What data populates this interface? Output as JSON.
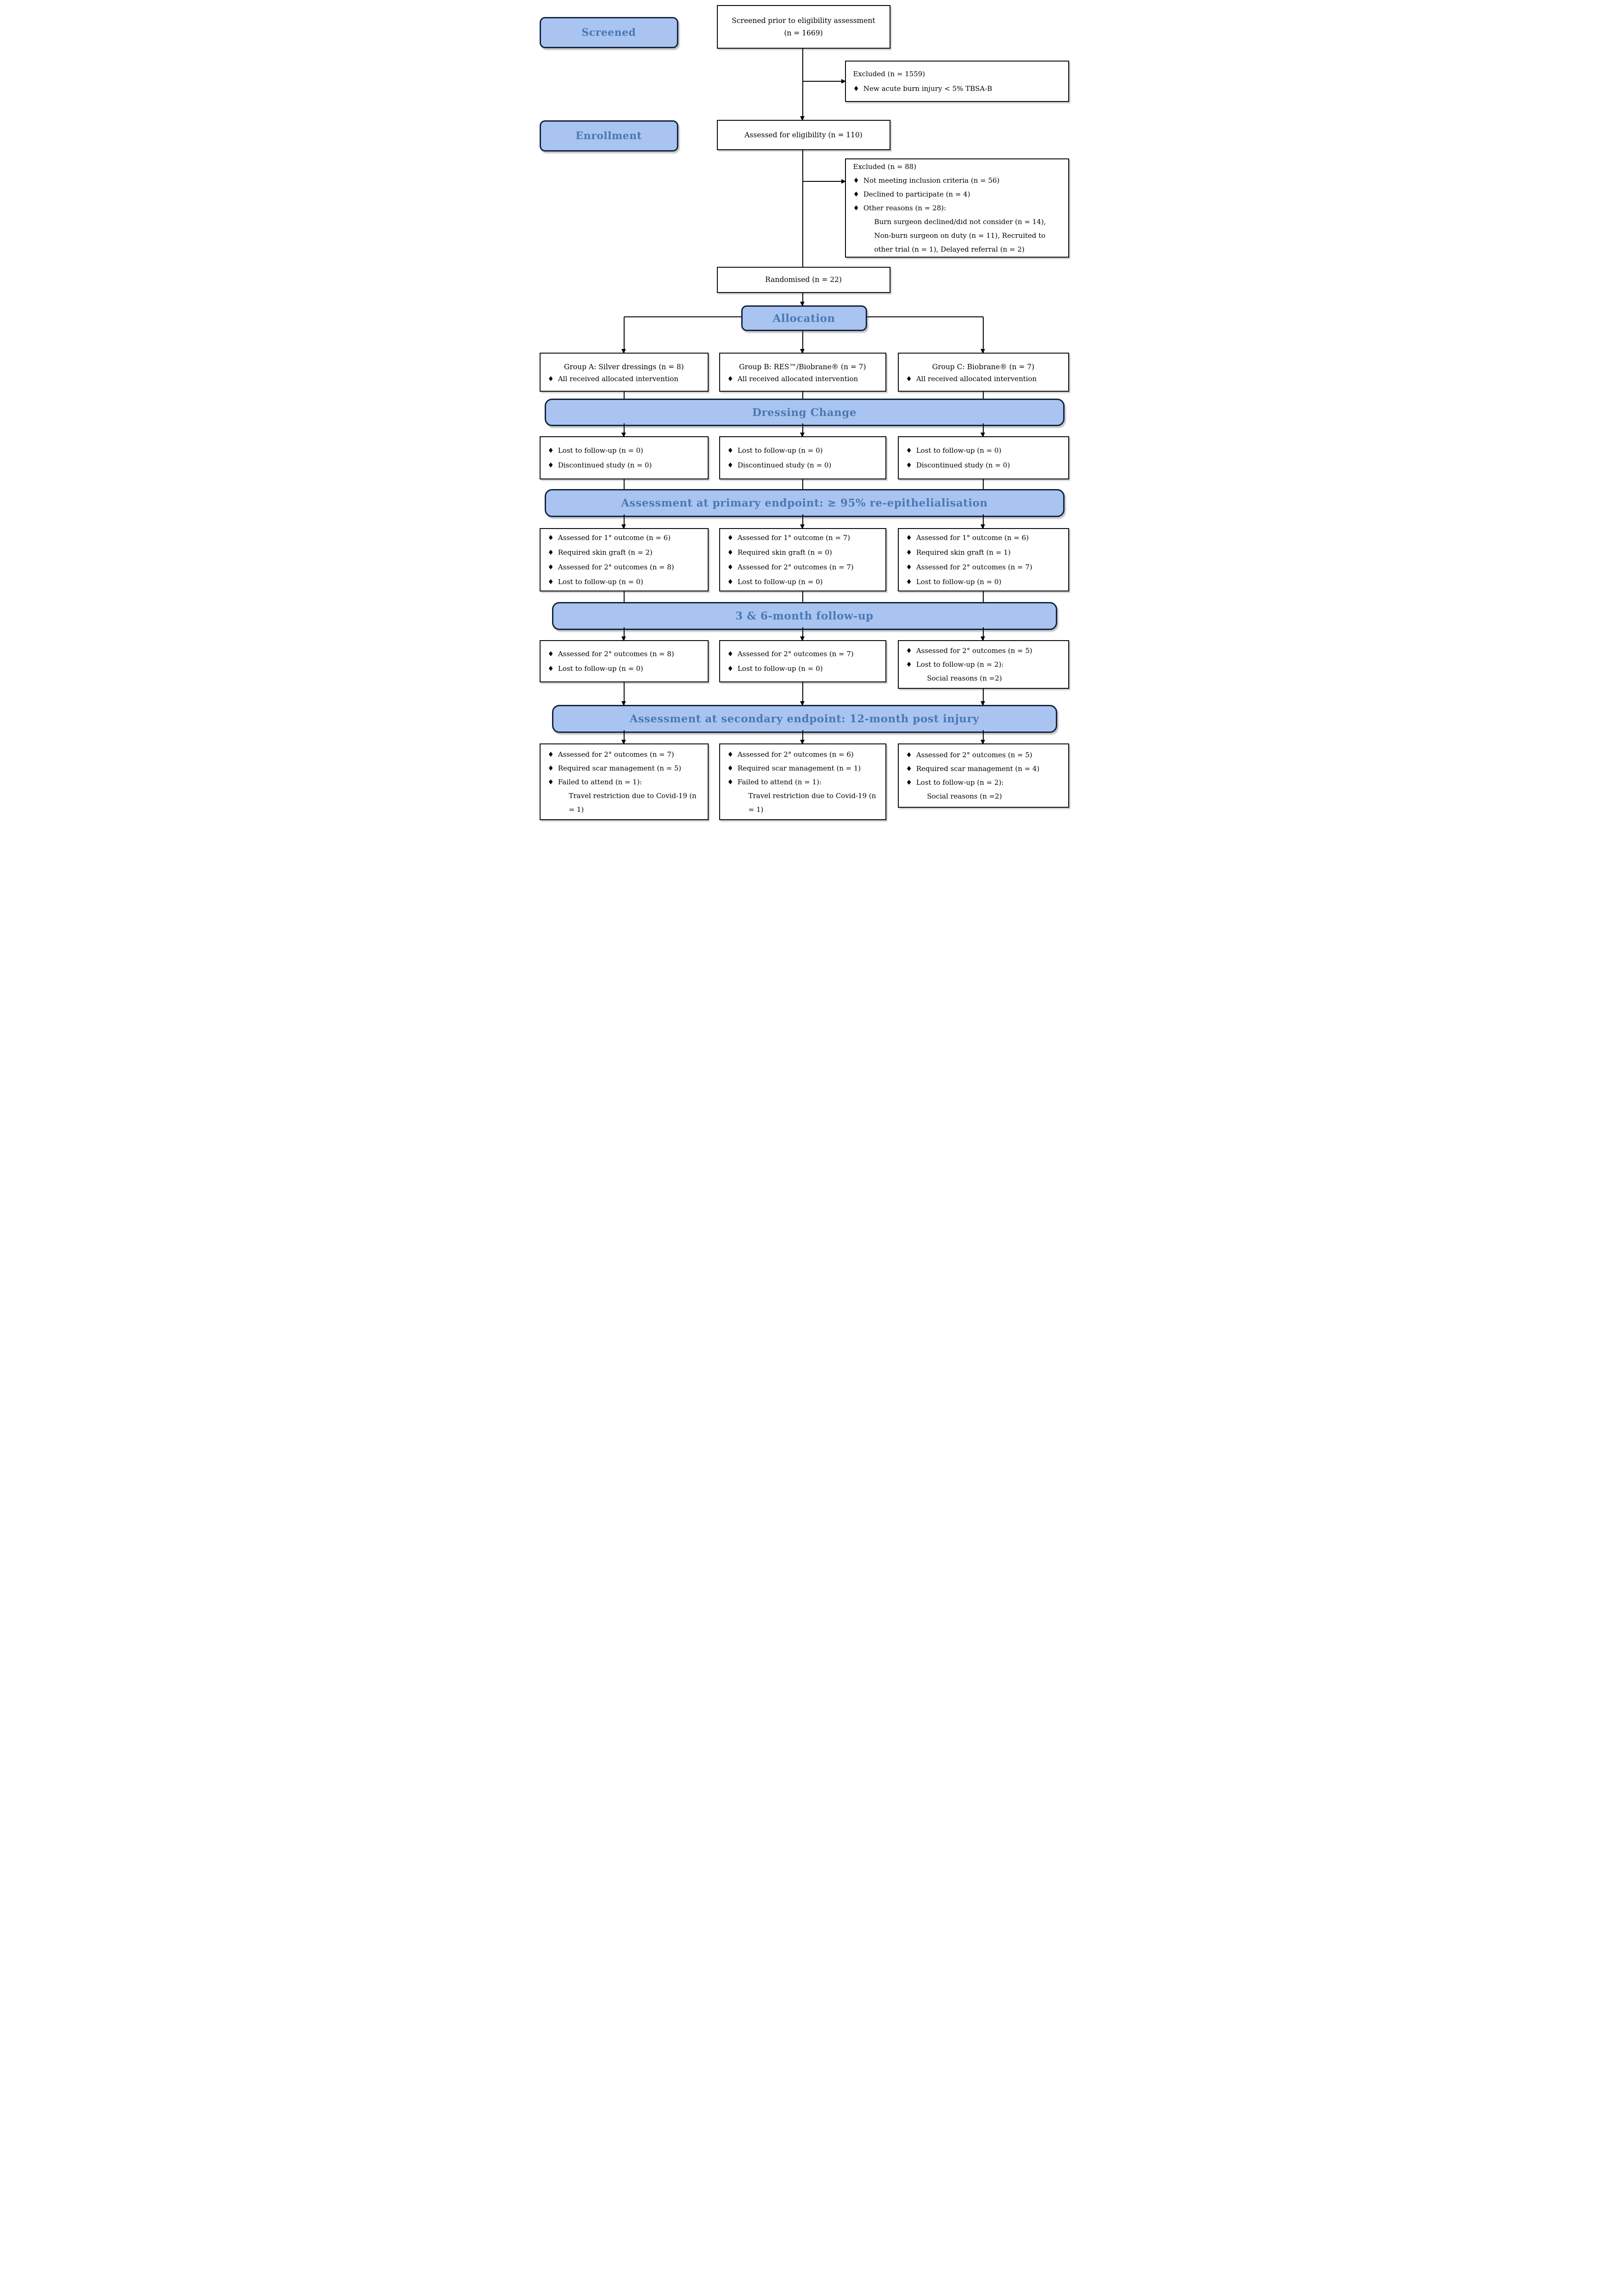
{
  "colors": {
    "bar_fill": "#a9c4f0",
    "bar_border": "#15223f",
    "bar_text": "#4a78b4",
    "box_border": "#0a0a0a",
    "body_text": "#000000"
  },
  "stage_labels": {
    "screened": "Screened",
    "enrollment": "Enrollment"
  },
  "bars": {
    "allocation": "Allocation",
    "dressing_change": "Dressing Change",
    "primary_endpoint": "Assessment at primary endpoint: ≥ 95% re-epithelialisation",
    "followup": "3 & 6-month follow-up",
    "secondary_endpoint": "Assessment at secondary endpoint: 12-month post injury"
  },
  "flow": {
    "screened_box": {
      "line1": "Screened prior to eligibility assessment",
      "line2": "(n = 1669)"
    },
    "excluded_pre": {
      "items": [
        {
          "text": "Excluded (n = 1559)"
        },
        {
          "text": "New acute burn injury < 5% TBSA-B",
          "bullet": true
        }
      ]
    },
    "eligibility_box": {
      "text": "Assessed for eligibility (n = 110)"
    },
    "excluded_enrollment": {
      "items": [
        {
          "text": "Excluded (n = 88)"
        },
        {
          "text": "Not meeting inclusion criteria (n = 56)",
          "bullet": true
        },
        {
          "text": "Declined to participate (n = 4)",
          "bullet": true
        },
        {
          "text": "Other reasons (n = 28):",
          "bullet": true
        },
        {
          "text": "Burn surgeon declined/did not consider (n = 14), Non-burn surgeon on duty (n = 11), Recruited to other trial (n = 1), Delayed referral (n = 2)",
          "indent": true
        }
      ]
    },
    "randomised_box": {
      "text": "Randomised (n = 22)"
    }
  },
  "allocation_groups": [
    {
      "title": "Group A: Silver dressings (n = 8)",
      "items": [
        {
          "text": "All received allocated intervention",
          "bullet": true
        }
      ]
    },
    {
      "title": "Group B: RES™/Biobrane® (n = 7)",
      "items": [
        {
          "text": "All received allocated intervention",
          "bullet": true
        }
      ]
    },
    {
      "title": "Group C: Biobrane® (n = 7)",
      "items": [
        {
          "text": "All received allocated intervention",
          "bullet": true
        }
      ]
    }
  ],
  "dressing_row": [
    {
      "items": [
        {
          "text": "Lost to follow-up (n = 0)",
          "bullet": true
        },
        {
          "text": "Discontinued study (n = 0)",
          "bullet": true
        }
      ]
    },
    {
      "items": [
        {
          "text": "Lost to follow-up (n = 0)",
          "bullet": true
        },
        {
          "text": "Discontinued study (n = 0)",
          "bullet": true
        }
      ]
    },
    {
      "items": [
        {
          "text": "Lost to follow-up (n = 0)",
          "bullet": true
        },
        {
          "text": "Discontinued study (n = 0)",
          "bullet": true
        }
      ]
    }
  ],
  "primary_row": [
    {
      "items": [
        {
          "text": "Assessed for 1° outcome (n = 6)",
          "bullet": true
        },
        {
          "text": "Required skin graft (n = 2)",
          "bullet": true
        },
        {
          "text": "Assessed for 2° outcomes (n = 8)",
          "bullet": true
        },
        {
          "text": "Lost to follow-up (n = 0)",
          "bullet": true
        }
      ]
    },
    {
      "items": [
        {
          "text": "Assessed for 1° outcome (n = 7)",
          "bullet": true
        },
        {
          "text": "Required skin graft (n = 0)",
          "bullet": true
        },
        {
          "text": "Assessed for 2° outcomes (n = 7)",
          "bullet": true
        },
        {
          "text": "Lost to follow-up (n = 0)",
          "bullet": true
        }
      ]
    },
    {
      "items": [
        {
          "text": "Assessed for 1° outcome (n = 6)",
          "bullet": true
        },
        {
          "text": "Required skin graft (n = 1)",
          "bullet": true
        },
        {
          "text": "Assessed for 2° outcomes (n = 7)",
          "bullet": true
        },
        {
          "text": "Lost to follow-up (n = 0)",
          "bullet": true
        }
      ]
    }
  ],
  "followup_row": [
    {
      "items": [
        {
          "text": "Assessed for 2° outcomes (n = 8)",
          "bullet": true
        },
        {
          "text": "Lost to follow-up (n = 0)",
          "bullet": true
        }
      ]
    },
    {
      "items": [
        {
          "text": "Assessed for 2° outcomes (n = 7)",
          "bullet": true
        },
        {
          "text": "Lost to follow-up (n = 0)",
          "bullet": true
        }
      ]
    },
    {
      "items": [
        {
          "text": "Assessed for 2° outcomes (n = 5)",
          "bullet": true
        },
        {
          "text": "Lost to follow-up (n = 2):",
          "bullet": true
        },
        {
          "text": "Social reasons (n =2)",
          "indent": true
        }
      ]
    }
  ],
  "secondary_row": [
    {
      "items": [
        {
          "text": "Assessed for 2° outcomes (n = 7)",
          "bullet": true
        },
        {
          "text": "Required scar management (n = 5)",
          "bullet": true
        },
        {
          "text": "Failed to attend (n = 1):",
          "bullet": true
        },
        {
          "text": "Travel restriction due to Covid-19 (n = 1)",
          "indent": true
        }
      ]
    },
    {
      "items": [
        {
          "text": "Assessed for 2° outcomes (n = 6)",
          "bullet": true
        },
        {
          "text": "Required scar management (n = 1)",
          "bullet": true
        },
        {
          "text": "Failed to attend (n = 1):",
          "bullet": true
        },
        {
          "text": "Travel restriction due to Covid-19 (n = 1)",
          "indent": true
        }
      ]
    },
    {
      "items": [
        {
          "text": "Assessed for 2° outcomes (n = 5)",
          "bullet": true
        },
        {
          "text": "Required scar management (n = 4)",
          "bullet": true
        },
        {
          "text": "Lost to follow-up (n = 2):",
          "bullet": true
        },
        {
          "text": "Social reasons (n =2)",
          "indent": true
        }
      ]
    }
  ]
}
